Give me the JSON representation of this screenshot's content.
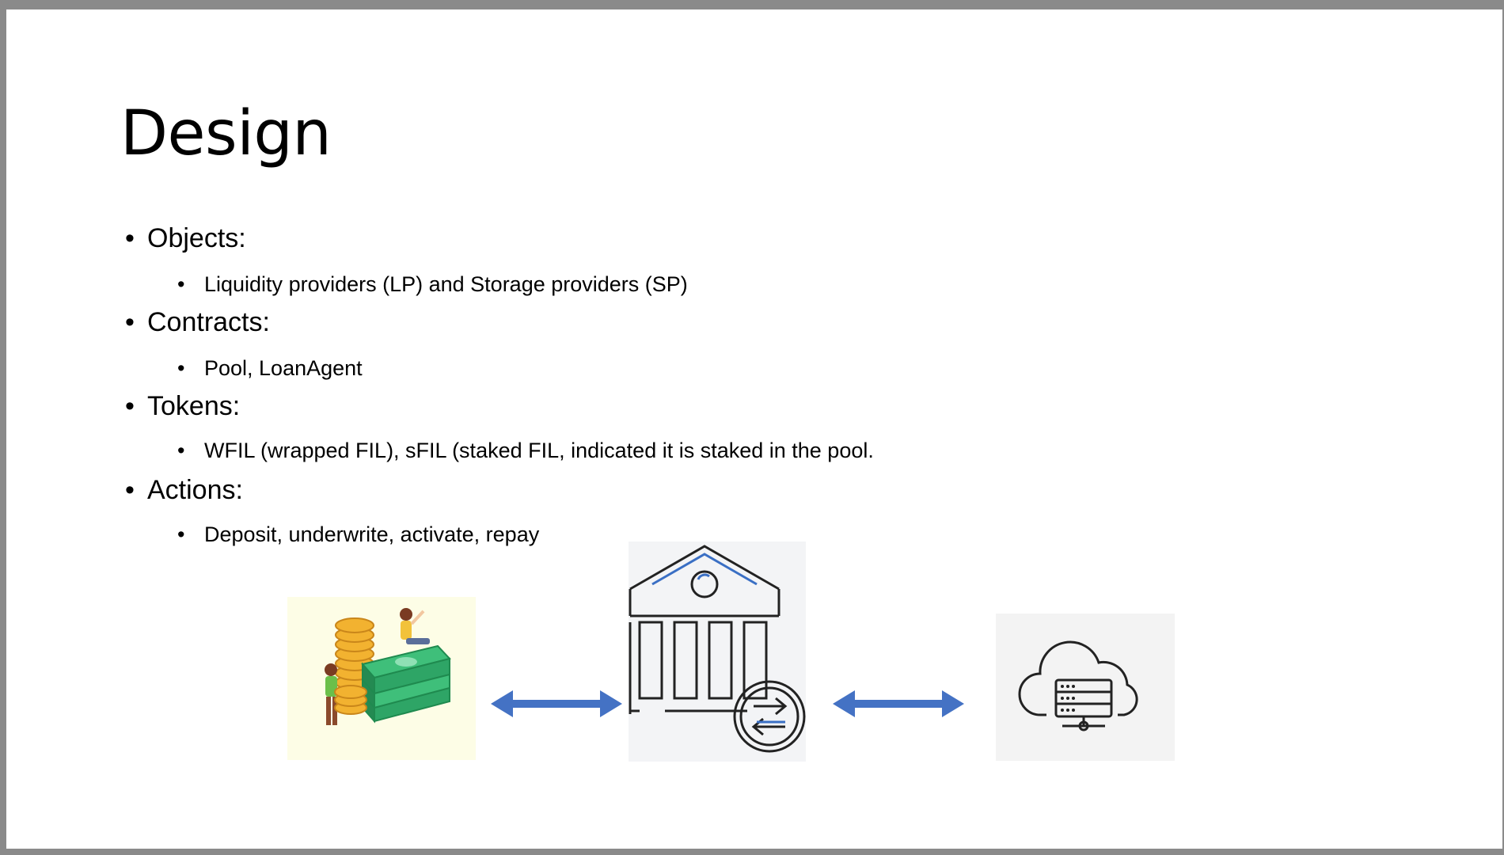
{
  "slide": {
    "title": "Design",
    "sections": [
      {
        "heading": "Objects:",
        "items": [
          "Liquidity providers (LP) and Storage providers (SP)"
        ]
      },
      {
        "heading": "Contracts:",
        "items": [
          "Pool, LoanAgent"
        ]
      },
      {
        "heading": "Tokens:",
        "items": [
          "WFIL (wrapped FIL), sFIL (staked FIL, indicated it is staked in the pool."
        ]
      },
      {
        "heading": "Actions:",
        "items": [
          "Deposit, underwrite, activate, repay"
        ]
      }
    ],
    "bullet_glyph": "•"
  },
  "diagram": {
    "nodes": [
      {
        "id": "liquidity-providers",
        "icon": "money-people-illustration"
      },
      {
        "id": "pool",
        "icon": "bank-exchange-icon"
      },
      {
        "id": "storage-providers",
        "icon": "cloud-server-icon"
      }
    ],
    "arrow_color": "#4472c4",
    "arrows": [
      "bidirectional",
      "bidirectional"
    ]
  }
}
